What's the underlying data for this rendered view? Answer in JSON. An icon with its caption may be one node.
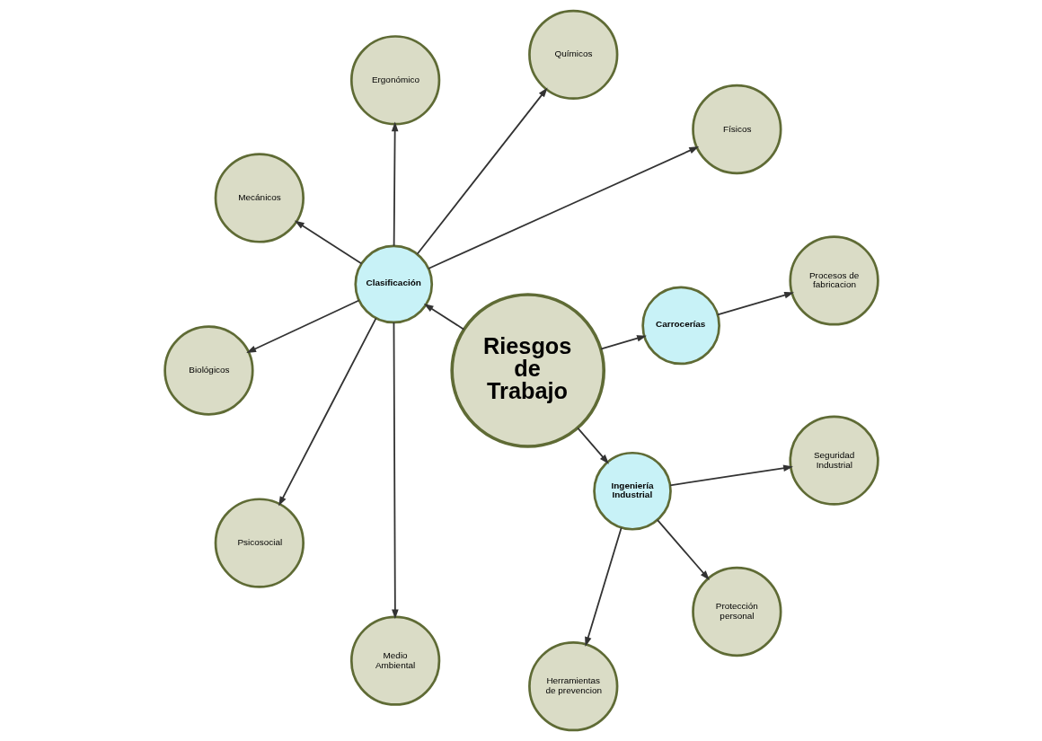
{
  "diagram": {
    "nodes": [
      {
        "text": [
          "Riesgos de Trabajo"
        ]
      },
      {
        "text": [
          "Carrocerías"
        ]
      },
      {
        "text": [
          "Procesos de fabricacion"
        ]
      },
      {
        "text": [
          "Clasificación"
        ]
      },
      {
        "text": [
          "Físicos"
        ]
      },
      {
        "text": [
          "Químicos"
        ]
      },
      {
        "text": [
          "Ergonómico"
        ]
      },
      {
        "text": [
          "Mecánicos"
        ]
      },
      {
        "text": [
          "Biológicos"
        ]
      },
      {
        "text": [
          "Psicosocial"
        ]
      },
      {
        "text": [
          "Medio Ambiental"
        ]
      },
      {
        "text": [
          "Ingeniería Industrial"
        ]
      },
      {
        "text": [
          "Herramientas de prevencion"
        ]
      },
      {
        "text": [
          "Protección personal"
        ]
      },
      {
        "text": [
          "Seguridad Industrial"
        ]
      }
    ],
    "edges": [
      {
        "from": 0,
        "to": 1,
        "arrow": "to"
      },
      {
        "from": 1,
        "to": 2,
        "arrow": "to"
      },
      {
        "from": 0,
        "to": 3,
        "arrow": "to"
      },
      {
        "from": 3,
        "to": 4,
        "arrow": "to"
      },
      {
        "from": 3,
        "to": 5,
        "arrow": "to"
      },
      {
        "from": 3,
        "to": 6,
        "arrow": "to"
      },
      {
        "from": 3,
        "to": 7,
        "arrow": "to"
      },
      {
        "from": 3,
        "to": 8,
        "arrow": "to"
      },
      {
        "from": 3,
        "to": 9,
        "arrow": "to"
      },
      {
        "from": 3,
        "to": 10,
        "arrow": "to"
      },
      {
        "from": 0,
        "to": 11,
        "arrow": "to"
      },
      {
        "from": 11,
        "to": 12,
        "arrow": "to"
      },
      {
        "from": 11,
        "to": 13,
        "arrow": "to"
      },
      {
        "from": 11,
        "to": 14,
        "arrow": "to"
      }
    ]
  }
}
